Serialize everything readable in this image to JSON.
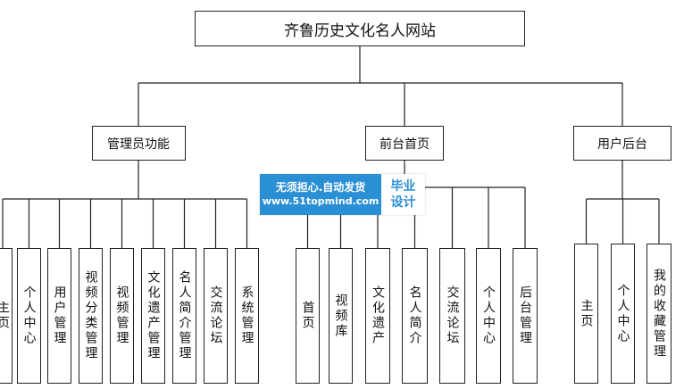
{
  "root": {
    "label": "齐鲁历史文化名人网站"
  },
  "branches": [
    {
      "label": "管理员功能",
      "children": [
        "主页",
        "个人中心",
        "用户管理",
        "视频分类管理",
        "视频管理",
        "文化遗产管理",
        "名人简介管理",
        "交流论坛",
        "系统管理"
      ]
    },
    {
      "label": "前台首页",
      "children": [
        "首页",
        "视频库",
        "文化遗产",
        "名人简介",
        "交流论坛",
        "个人中心",
        "后台管理"
      ]
    },
    {
      "label": "用户后台",
      "children": [
        "主页",
        "个人中心",
        "我的收藏管理"
      ]
    }
  ],
  "watermark": {
    "line1": "无须担心.自动发货",
    "line2": "www.51topmind.com",
    "tag1": "毕业",
    "tag2": "设计"
  }
}
